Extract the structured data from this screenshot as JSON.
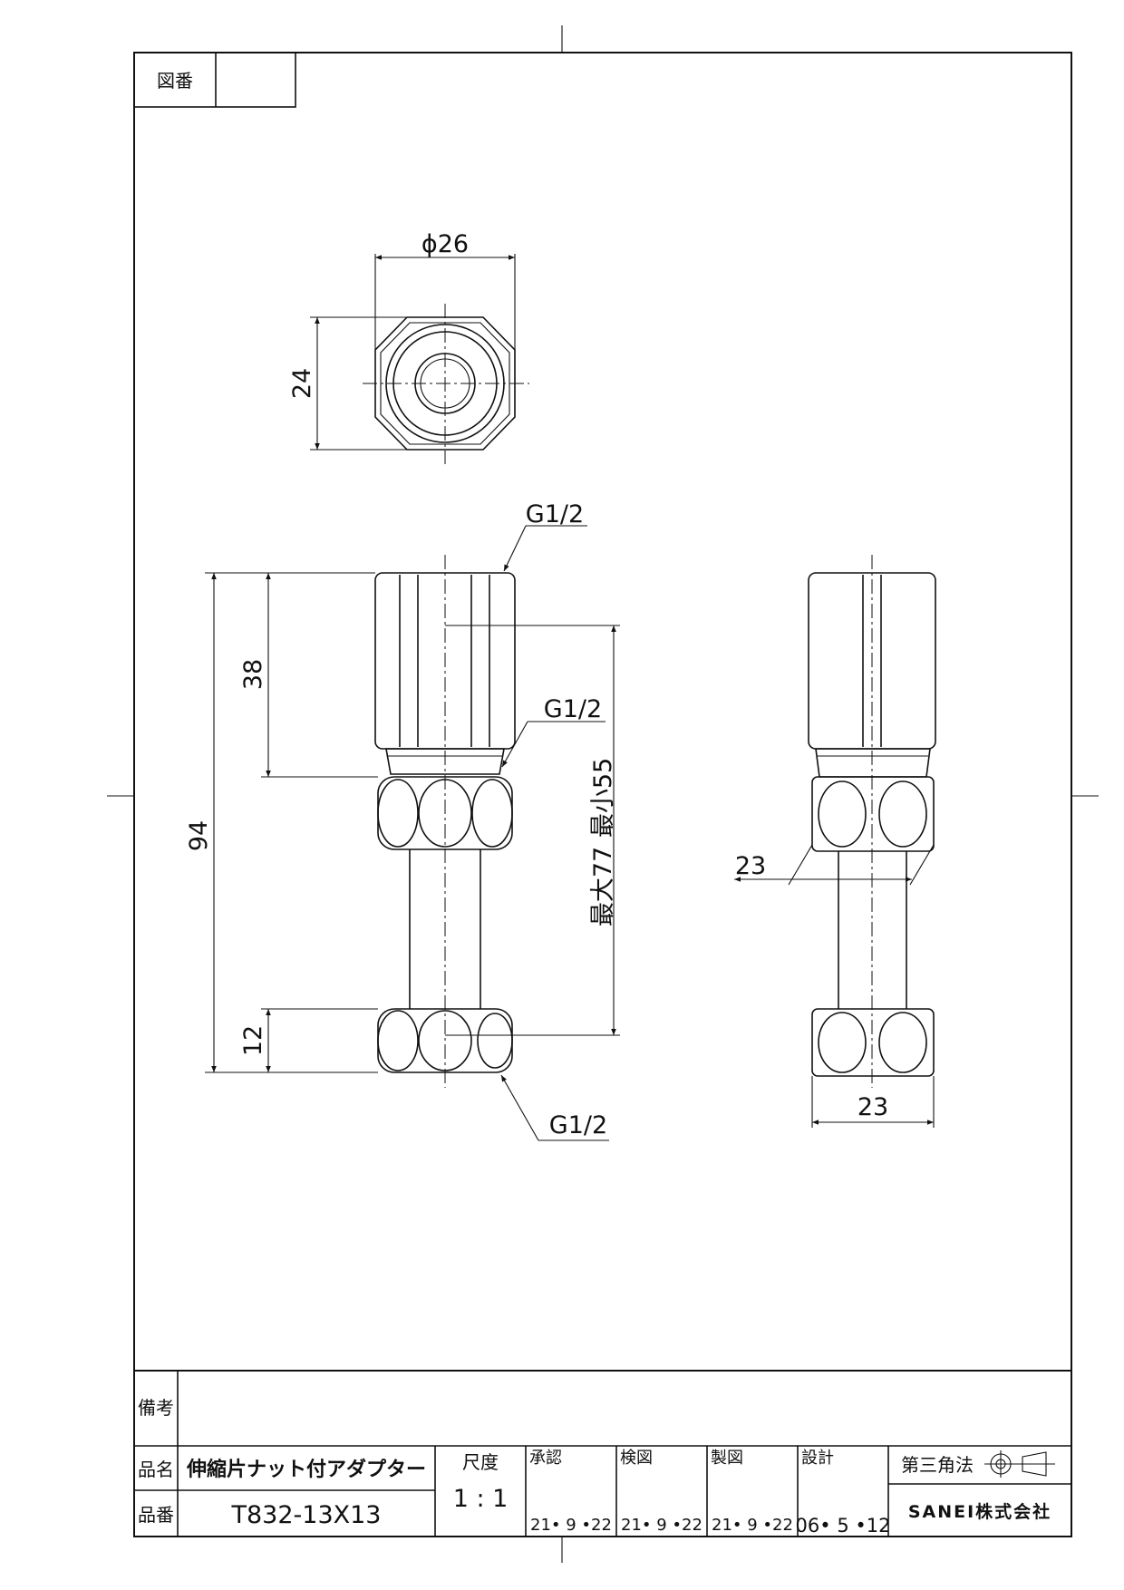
{
  "drawing": {
    "zuban_label": "図番",
    "zuban_value": "",
    "top_view": {
      "diameter_dim": "ϕ26",
      "height_dim": "24"
    },
    "front_view": {
      "total_length_dim": "94",
      "upper_length_dim": "38",
      "nut_length_dim": "12",
      "stroke_dim_max": "最大77",
      "stroke_dim_min": "最小55",
      "thread_top": "G1/2",
      "thread_mid": "G1/2",
      "thread_bottom": "G1/2"
    },
    "side_view": {
      "width_dim_mid": "23",
      "width_dim_bottom": "23"
    }
  },
  "title_block": {
    "remarks_label": "備考",
    "remarks_value": "",
    "product_name_label": "品名",
    "product_name": "伸縮片ナット付アダプター",
    "product_number_label": "品番",
    "product_number": "T832-13X13",
    "scale_label": "尺度",
    "scale_value": "1 : 1",
    "approval_label": "承認",
    "approval_date": "21• 9 •22",
    "check_label": "検図",
    "check_date": "21• 9 •22",
    "drafting_label": "製図",
    "drafting_date": "21• 9 •22",
    "design_label": "設計",
    "design_date": "06• 5 •12",
    "projection_label": "第三角法",
    "company": "SANEI株式会社"
  }
}
